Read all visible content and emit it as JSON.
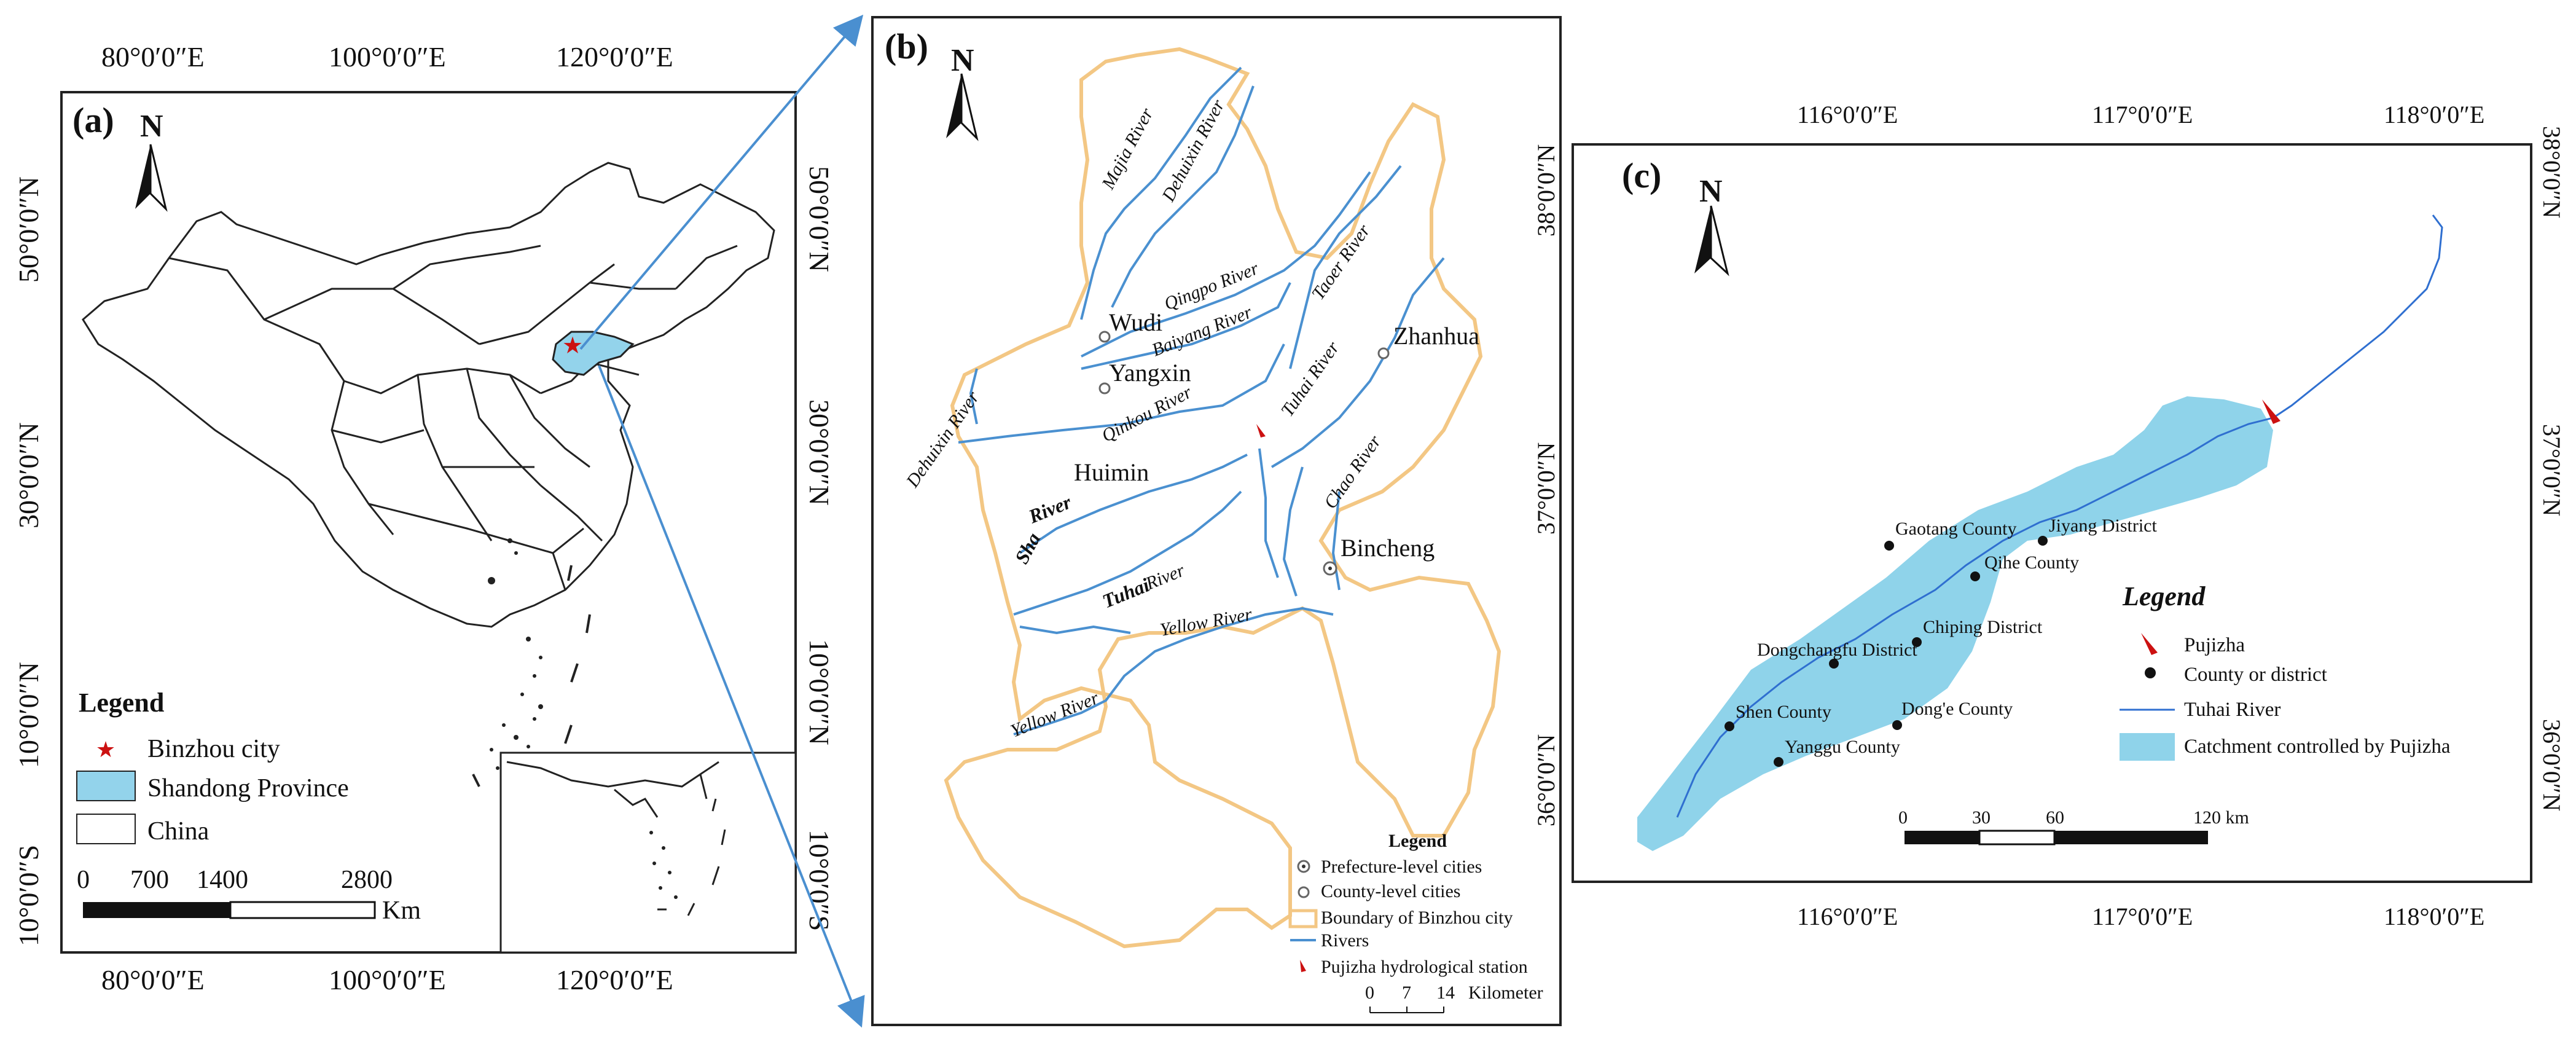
{
  "panel_a": {
    "label": "(a)",
    "north": "N",
    "lon_ticks": [
      "80°0′0″E",
      "100°0′0″E",
      "120°0′0″E"
    ],
    "lat_ticks_left": [
      "50°0′0″N",
      "30°0′0″N",
      "10°0′0″N",
      "10°0′0″S"
    ],
    "lat_ticks_right": [
      "50°0′0″N",
      "30°0′0″N",
      "10°0′0″N",
      "10°0′0″S"
    ],
    "legend_title": "Legend",
    "legend_items": [
      "Binzhou city",
      "Shandong Province",
      "China"
    ],
    "scale_labels": [
      "0",
      "700",
      "1400",
      "2800"
    ],
    "scale_unit": "Km",
    "colors": {
      "shandong": "#93d3eb",
      "binzhou_star": "#cc1111",
      "outline": "#222222",
      "arrow": "#4a8fd0"
    }
  },
  "panel_b": {
    "label": "(b)",
    "north": "N",
    "cities": {
      "prefecture": [
        "Bincheng"
      ],
      "county": [
        "Wudi",
        "Yangxin",
        "Zhanhua",
        "Huimin"
      ]
    },
    "rivers": [
      "Majia River",
      "Dehuixin River",
      "Qingpo River",
      "Baiyang River",
      "Taoer River",
      "Tuhai River",
      "Qinkou River",
      "Dehuixin River",
      "Chao River",
      "Sha",
      "River",
      "Tuhai",
      "River",
      "Yellow River",
      "Yellow River"
    ],
    "legend_title": "Legend",
    "legend_items": [
      "Prefecture-level cities",
      "County-level cities",
      "Boundary of Binzhou city",
      "Rivers",
      "Pujizha hydrological station"
    ],
    "scale_labels": [
      "0",
      "7",
      "14"
    ],
    "scale_unit": "Kilometer",
    "colors": {
      "boundary": "#f3c784",
      "rivers": "#4a90d0",
      "station": "#cc1111"
    }
  },
  "panel_c": {
    "label": "(c)",
    "north": "N",
    "lon_ticks": [
      "116°0′0″E",
      "117°0′0″E",
      "118°0′0″E"
    ],
    "lat_ticks": [
      "38°0′0″N",
      "37°0′0″N",
      "36°0′0″N"
    ],
    "places": [
      "Gaotang County",
      "Jiyang District",
      "Qihe County",
      "Chiping District",
      "Dongchangfu District",
      "Shen County",
      "Dong'e County",
      "Yanggu County"
    ],
    "legend_title": "Legend",
    "legend_items": [
      "Pujizha",
      "County or district",
      "Tuhai River",
      "Catchment controlled by Pujizha"
    ],
    "scale_labels": [
      "0",
      "30",
      "60",
      "120 km"
    ],
    "colors": {
      "catchment": "#8fd3ea",
      "river": "#2f6fd0",
      "station": "#cc1111"
    }
  }
}
